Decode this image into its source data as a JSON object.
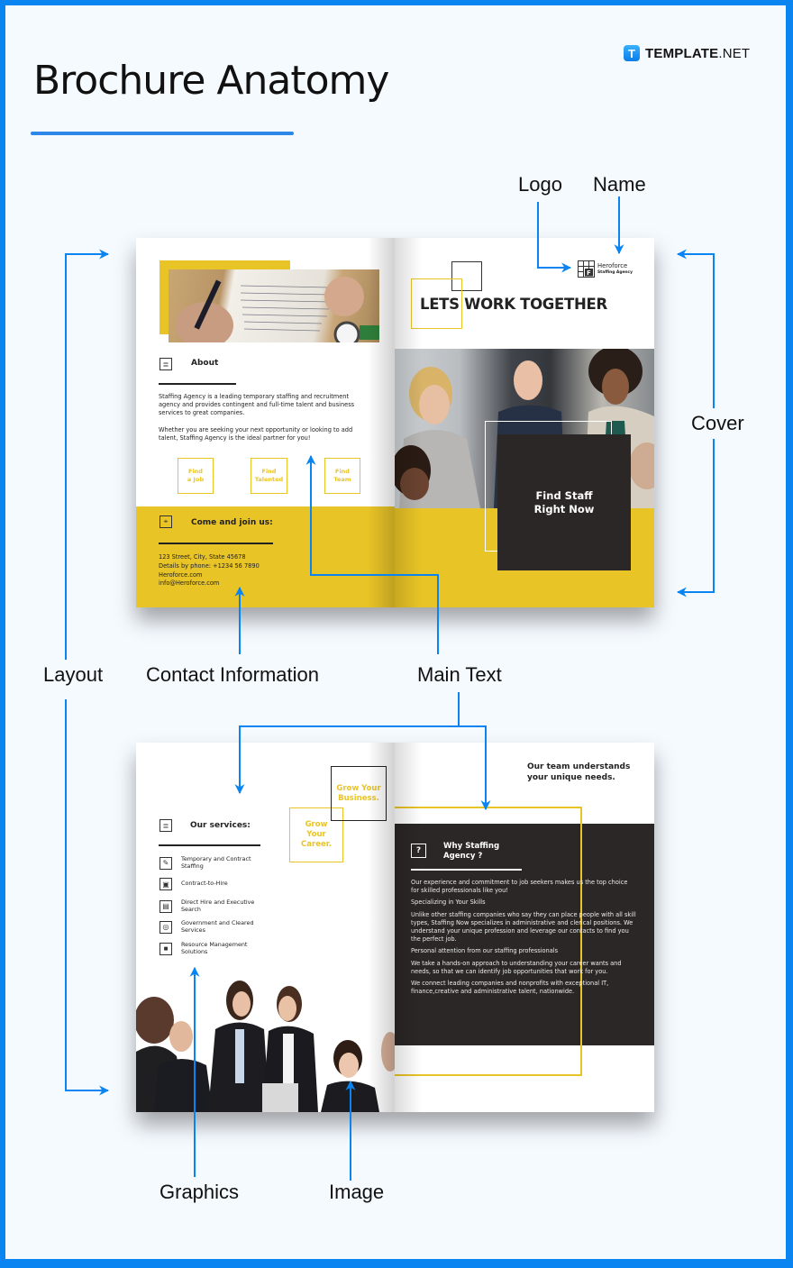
{
  "header": {
    "title": "Brochure Anatomy",
    "brand_badge": "T",
    "brand_bold": "TEMPLATE",
    "brand_light": ".NET"
  },
  "callouts": {
    "logo": "Logo",
    "name": "Name",
    "cover": "Cover",
    "layout": "Layout",
    "contact_information": "Contact Information",
    "main_text": "Main Text",
    "graphics": "Graphics",
    "image": "Image"
  },
  "colors": {
    "frame": "#0a84f0",
    "background": "#f5faff",
    "arrow": "#0a84f0",
    "brochure_yellow": "#e9c427",
    "brochure_dark": "#2b2726"
  },
  "brochure_outside": {
    "about": {
      "heading": "About",
      "paragraph_1": "Staffing Agency is a leading temporary staffing and recruitment agency and provides contingent and full-time talent and business services to great companies.",
      "paragraph_2": "Whether you are seeking your next opportunity or looking to add talent, Staffing Agency is the ideal partner for you!"
    },
    "buttons": [
      {
        "line1": "Find",
        "line2": "a Job"
      },
      {
        "line1": "Find",
        "line2": "Talented"
      },
      {
        "line1": "Find",
        "line2": "Team"
      }
    ],
    "contact": {
      "heading": "Come and join us:",
      "lines": [
        "123 Street, City, State 45678",
        "Details by phone: +1234 56 7890",
        "Heroforce.com",
        "info@Heroforce.com"
      ]
    },
    "cover": {
      "brand_name": "Heroforce",
      "brand_sub": "Staffing Agency",
      "logo_letter": "F",
      "headline": "LETS WORK TOGETHER",
      "cta_line1": "Find Staff",
      "cta_line2": "Right Now"
    }
  },
  "brochure_inside": {
    "services": {
      "heading": "Our services:",
      "items": [
        {
          "icon": "pin-icon",
          "glyph": "✎",
          "label": "Temporary and Contract Staffing"
        },
        {
          "icon": "document-icon",
          "glyph": "▣",
          "label": "Contract-to-Hire"
        },
        {
          "icon": "file-icon",
          "glyph": "▤",
          "label": "Direct Hire and Executive Search"
        },
        {
          "icon": "location-icon",
          "glyph": "◎",
          "label": "Government and Cleared Services"
        },
        {
          "icon": "folder-icon",
          "glyph": "■",
          "label": "Resource Management Solutions"
        }
      ]
    },
    "tag_business": "Grow Your Business.",
    "tag_career": "Grow Your Career.",
    "team_heading": "Our team understands your unique needs.",
    "why": {
      "icon": "?",
      "heading": "Why Staffing Agency ?",
      "paragraphs": [
        "Our experience and commitment to job seekers makes us the top choice for skilled professionals like you!",
        "Specializing in Your Skills",
        "Unlike other staffing companies who say they can place people with all skill types, Staffing Now specializes in administrative and clerical positions. We understand your unique profession and leverage our contacts to find you the perfect job.",
        "Personal attention from our staffing professionals",
        "We take a hands-on approach to understanding your career wants and needs, so that we can identify job opportunities that work for you.",
        "We connect leading companies and nonprofits with exceptional IT, finance,creative and administrative talent, nationwide."
      ]
    }
  }
}
